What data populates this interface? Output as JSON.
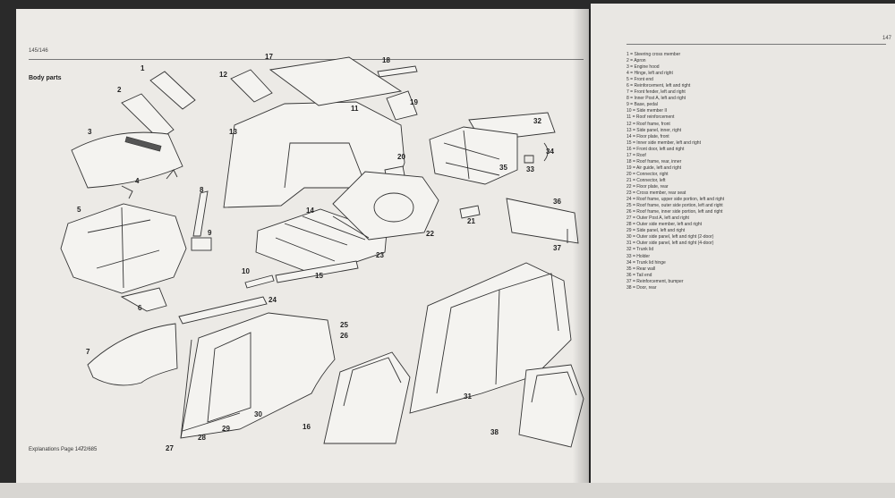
{
  "left_page": {
    "header": "145/146",
    "section_title": "Body parts",
    "footer_label": "Explanations Page 147",
    "footer_code": "72/685"
  },
  "right_page": {
    "page_number": "147",
    "legend": [
      "1 = Steering cross member",
      "2 = Apron",
      "3 = Engine hood",
      "4 = Hinge, left and right",
      "5 = Front end",
      "6 = Reinforcement, left and right",
      "7 = Front fender, left and right",
      "8 = Inner Post A, left and right",
      "9 = Base, pedal",
      "10 = Side member II",
      "11 = Roof reinforcement",
      "12 = Roof frame, front",
      "13 = Side panel, inner, right",
      "14 = Floor plate, front",
      "15 = Inner side member, left and right",
      "16 = Front door, left and right",
      "17 = Roof",
      "18 = Roof frame, rear, inner",
      "19 = Air guide, left and right",
      "20 = Connector, right",
      "21 = Connector, left",
      "22 = Floor plate, rear",
      "23 = Cross member, rear seat",
      "24 = Roof frame, upper side portion, left and right",
      "25 = Roof frame, outer side portion, left and right",
      "26 = Roof frame, inner side portion, left and right",
      "27 = Outer Post A, left and right",
      "28 = Outer side member, left and right",
      "29 = Side panel, left and right",
      "30 = Outer side panel, left and right (2-door)",
      "31 = Outer side panel, left and right (4-door)",
      "32 = Trunk lid",
      "33 = Holder",
      "34 = Trunk lid hinge",
      "35 = Rear wall",
      "36 = Tail end",
      "37 = Reinforcement, bumper",
      "38 = Door, rear"
    ]
  },
  "callouts": [
    "1",
    "2",
    "3",
    "4",
    "5",
    "6",
    "7",
    "8",
    "9",
    "10",
    "11",
    "12",
    "13",
    "14",
    "15",
    "16",
    "17",
    "18",
    "19",
    "20",
    "21",
    "22",
    "23",
    "24",
    "25",
    "26",
    "27",
    "28",
    "29",
    "30",
    "31",
    "32",
    "33",
    "34",
    "35",
    "36",
    "37",
    "38"
  ]
}
